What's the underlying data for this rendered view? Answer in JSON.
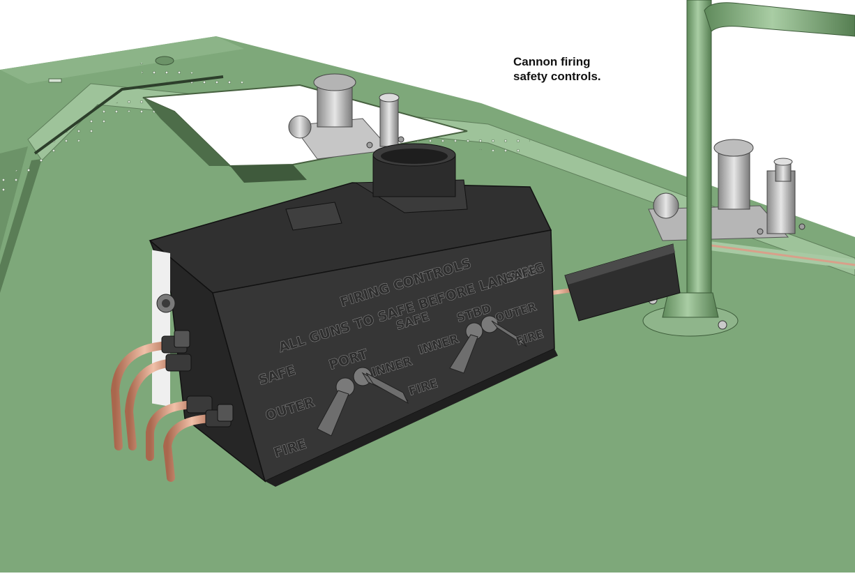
{
  "caption": {
    "line1": "Cannon firing",
    "line2": "safety controls."
  },
  "panel": {
    "title": "FIRING CONTROLS",
    "warning": "ALL GUNS TO SAFE BEFORE LANDING",
    "labels": {
      "safe_left": "SAFE",
      "outer_left": "OUTER",
      "fire_left": "FIRE",
      "port": "PORT",
      "inner_port": "INNER",
      "fire_center": "FIRE",
      "safe_center": "SAFE",
      "inner_stbd": "INNER",
      "stbd": "STBD",
      "outer_right": "OUTER",
      "safe_right": "SAFE",
      "fire_right": "FIRE"
    }
  },
  "colors": {
    "airframe_green": "#7ea87a",
    "panel_black": "#2f2f2f",
    "copper": "#c8866b",
    "steel": "#b9b9b9"
  }
}
